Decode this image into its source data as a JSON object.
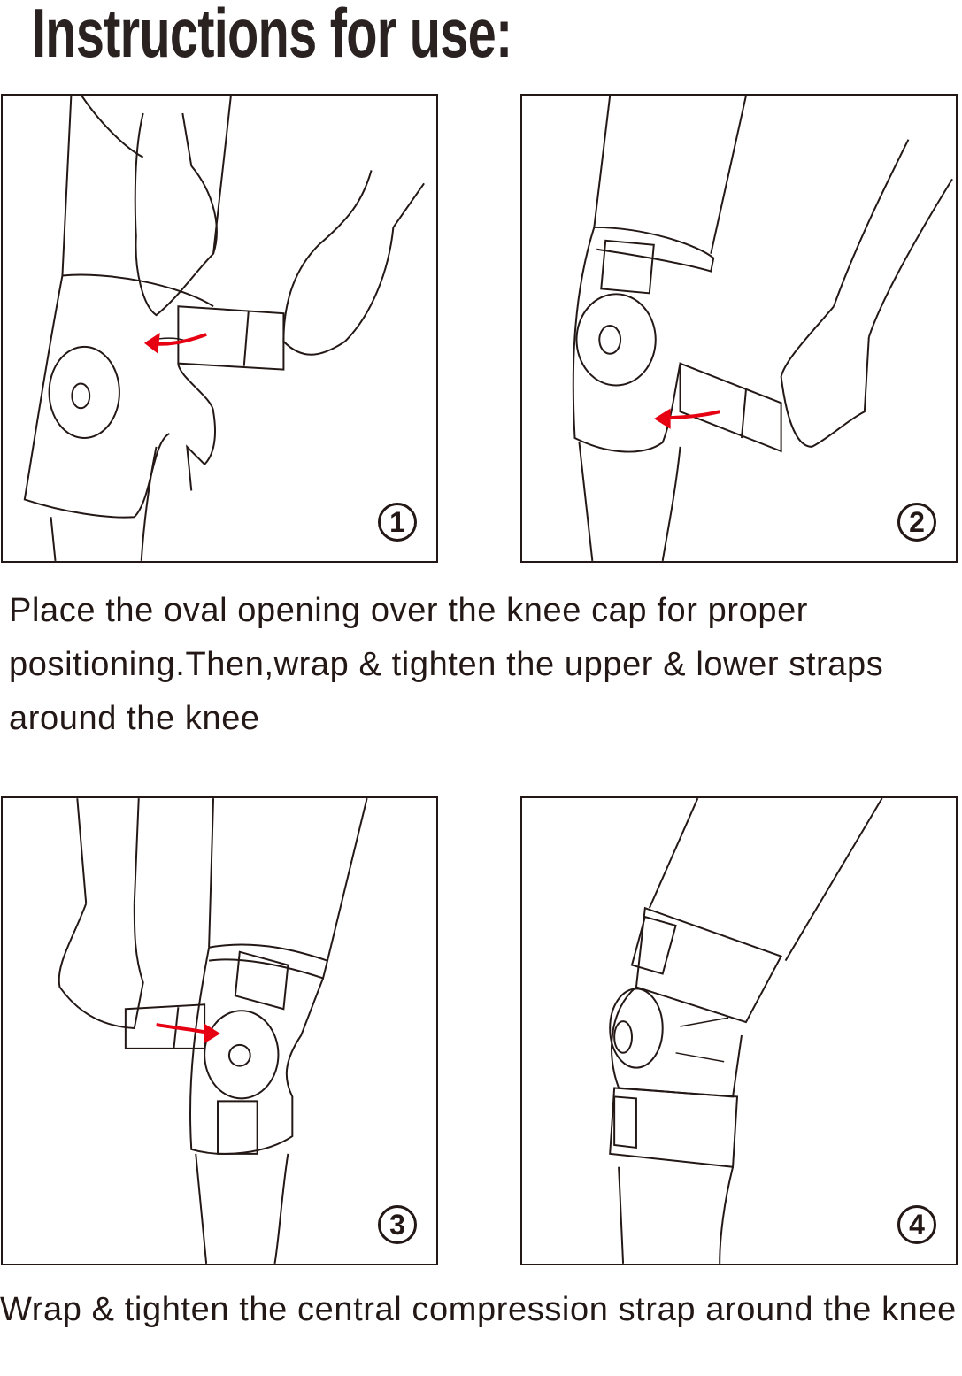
{
  "title": "Instructions for use:",
  "steps": [
    {
      "number": "1"
    },
    {
      "number": "2"
    },
    {
      "number": "3"
    },
    {
      "number": "4"
    }
  ],
  "captions": {
    "first": "Place the oval opening over the knee cap for proper positioning.Then,wrap & tighten the upper & lower straps around the knee",
    "second": "Wrap & tighten the central compression  strap around the knee"
  },
  "colors": {
    "line": "#231815",
    "arrow": "#e60012"
  }
}
